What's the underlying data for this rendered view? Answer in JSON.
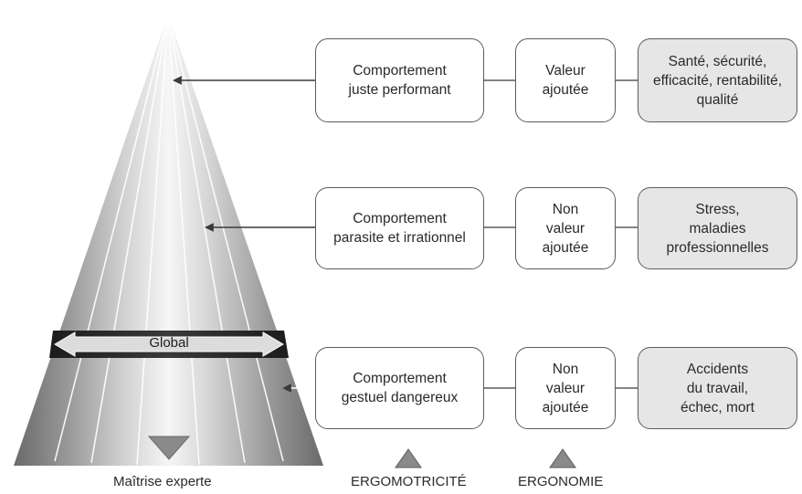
{
  "cone": {
    "band_label": "Global",
    "base_label": "Maîtrise experte"
  },
  "rows": [
    {
      "behavior": "Comportement\njuste performant",
      "value": "Valeur\najoutée",
      "outcome": "Santé, sécurité,\nefficacité, rentabilité,\nqualité"
    },
    {
      "behavior": "Comportement\nparasite et irrationnel",
      "value": "Non\nvaleur\najoutée",
      "outcome": "Stress,\nmaladies\nprofessionnelles"
    },
    {
      "behavior": "Comportement\ngestuel dangereux",
      "value": "Non\nvaleur\najoutée",
      "outcome": "Accidents\ndu travail,\néchec, mort"
    }
  ],
  "legend": {
    "ergomotricite": "ERGOMOTRICITÉ",
    "ergonomie": "ERGONOMIE"
  },
  "colors": {
    "box_border": "#5c5c5c",
    "outcome_fill": "#e6e6e6",
    "marker_fill": "#8a8a8a",
    "band_fill": "#2b2b2b"
  }
}
